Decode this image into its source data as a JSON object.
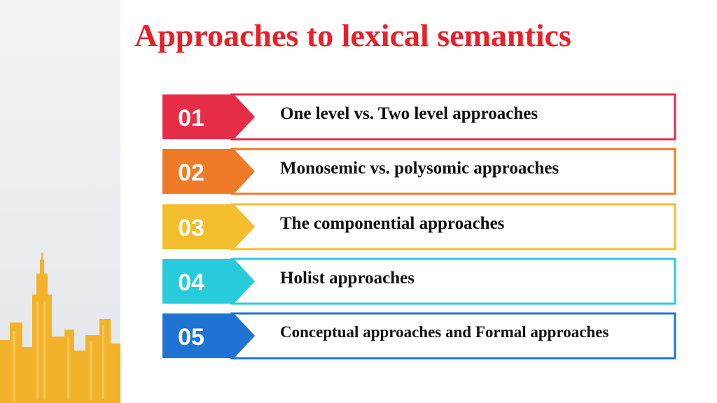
{
  "slide": {
    "title": "Approaches to lexical semantics"
  },
  "colors": {
    "title": "#e8202a",
    "panel": "#eceef0",
    "skyline": "#f2b22a"
  },
  "items": [
    {
      "number": "01",
      "label": "One level vs. Two level approaches",
      "color": "#e52d47"
    },
    {
      "number": "02",
      "label": "Monosemic vs. polysomic approaches",
      "color": "#ef7a27"
    },
    {
      "number": "03",
      "label": "The componential approaches",
      "color": "#f3bd2e"
    },
    {
      "number": "04",
      "label": "Holist approaches",
      "color": "#28cbdc"
    },
    {
      "number": "05",
      "label": "Conceptual approaches and Formal approaches",
      "color": "#1f73d3"
    }
  ]
}
